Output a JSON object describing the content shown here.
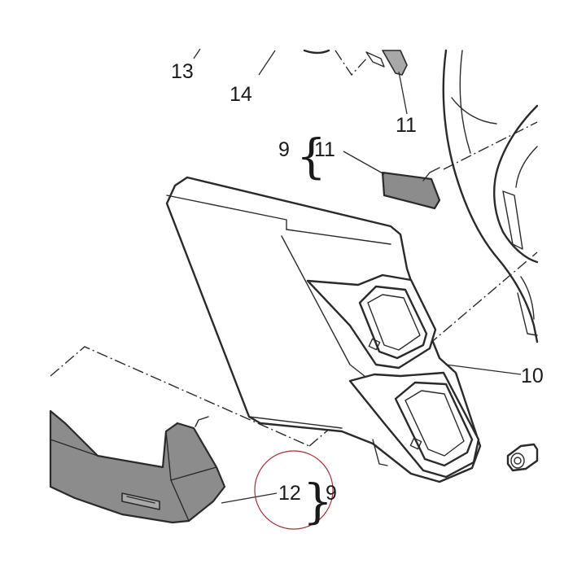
{
  "callouts": {
    "part_13": "13",
    "part_14": "14",
    "part_11_top": "11",
    "group_9_top": "9",
    "part_11_mid": "11",
    "part_10": "10",
    "part_12": "12",
    "group_9_bottom": "9"
  },
  "braces": {
    "top": "{",
    "bottom": "}"
  },
  "colors": {
    "line": "#2a2a2a",
    "shaded_part": "#8c8c8c",
    "highlight_circle": "#a0303a"
  }
}
